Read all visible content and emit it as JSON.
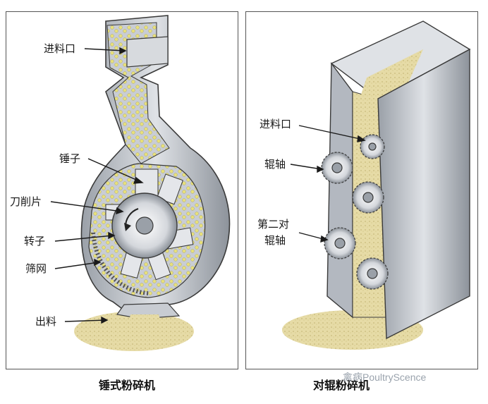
{
  "hammer_mill": {
    "caption": "锤式粉碎机",
    "labels": {
      "inlet": "进料口",
      "hammer": "锤子",
      "blade": "刀削片",
      "rotor": "转子",
      "screen": "筛网",
      "outlet": "出料"
    }
  },
  "roller_mill": {
    "caption": "对辊粉碎机",
    "labels": {
      "inlet": "进料口",
      "roller": "辊轴",
      "second_roller_line1": "第二对",
      "second_roller_line2": "辊轴"
    }
  },
  "watermark": "禽病PoultryScence",
  "colors": {
    "grain": "#e8e07a",
    "meal": "#e3d79e",
    "metal": "#b8bcc4",
    "metal_dark": "#7c828c",
    "outline": "#3a3a3a"
  }
}
